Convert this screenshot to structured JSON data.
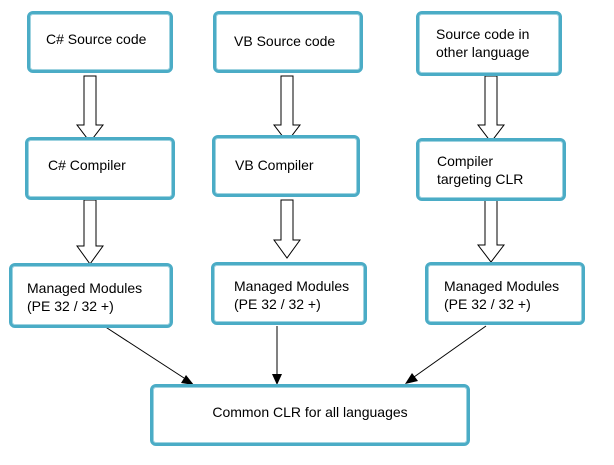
{
  "colors": {
    "box_border": "#4bacc6",
    "arrow": "#000000",
    "text": "#000000"
  },
  "columns": [
    {
      "source": "C# Source code",
      "compiler": "C# Compiler",
      "module": "Managed Modules\n(PE 32 / 32 +)"
    },
    {
      "source": "VB Source code",
      "compiler": "VB Compiler",
      "module": "Managed Modules\n(PE 32 / 32 +)"
    },
    {
      "source": "Source code in\nother language",
      "compiler": "Compiler\ntargeting CLR",
      "module": "Managed Modules\n(PE 32 / 32 +)"
    }
  ],
  "common": {
    "label": "Common CLR for all languages"
  }
}
